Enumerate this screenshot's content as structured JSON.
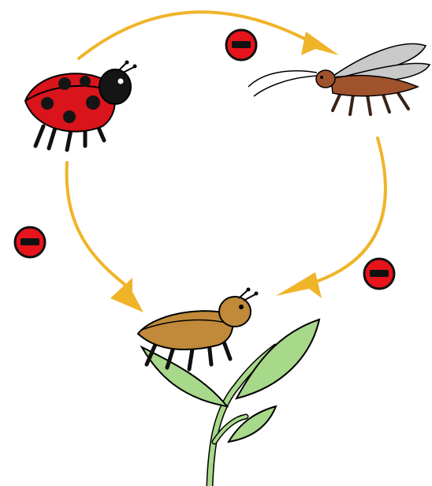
{
  "diagram": {
    "colors": {
      "arrow": "#F0B429",
      "inhibit_fill": "#E8141B",
      "inhibit_bar": "#111111",
      "ladybug_body": "#D9141B",
      "ladybug_head": "#151515",
      "cricket_body": "#A0522D",
      "cricket_wing": "#C9C9C9",
      "beetle_body": "#C08A3A",
      "leaf": "#A8D88A",
      "stem": "#A8D88A",
      "outline": "#000000"
    },
    "organisms": [
      {
        "id": "ladybug",
        "icon": "ladybug-icon"
      },
      {
        "id": "cricket",
        "icon": "winged-cricket-icon"
      },
      {
        "id": "beetle",
        "icon": "beetle-icon"
      },
      {
        "id": "plant",
        "icon": "plant-icon"
      }
    ],
    "interactions": [
      {
        "from": "ladybug",
        "to": "cricket",
        "effect": "negative"
      },
      {
        "from": "ladybug",
        "to": "beetle",
        "effect": "negative"
      },
      {
        "from": "cricket",
        "to": "beetle",
        "effect": "negative"
      }
    ]
  }
}
